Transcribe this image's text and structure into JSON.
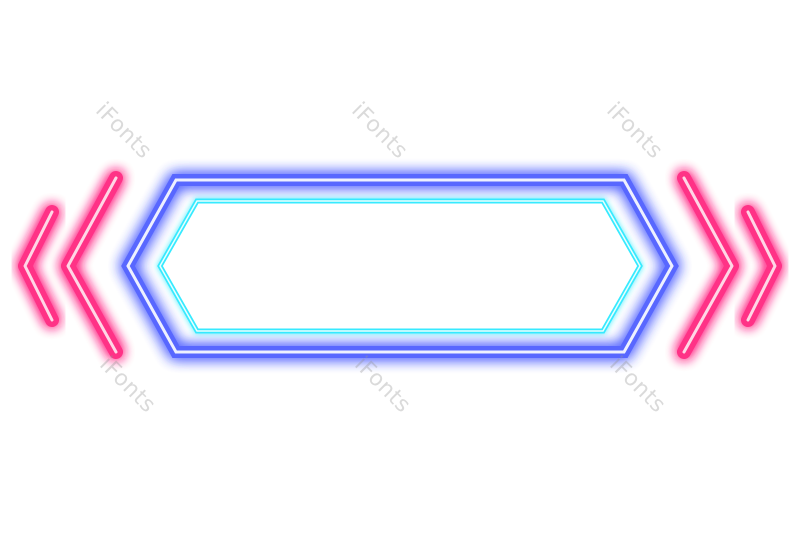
{
  "watermark": {
    "text": "iFonts"
  },
  "colors": {
    "background": "#ffffff",
    "chevron_glow": "#ff1a7a",
    "chevron_core": "#ffd6e6",
    "frame_outer_glow": "#3a4dff",
    "frame_outer_core": "#eef0ff",
    "frame_inner_glow": "#22e8ff",
    "frame_inner_core": "#e8ffff"
  },
  "icons": {
    "left_arrows": "double-chevron-left",
    "right_arrows": "double-chevron-right",
    "frame": "hexagon-banner-frame"
  }
}
